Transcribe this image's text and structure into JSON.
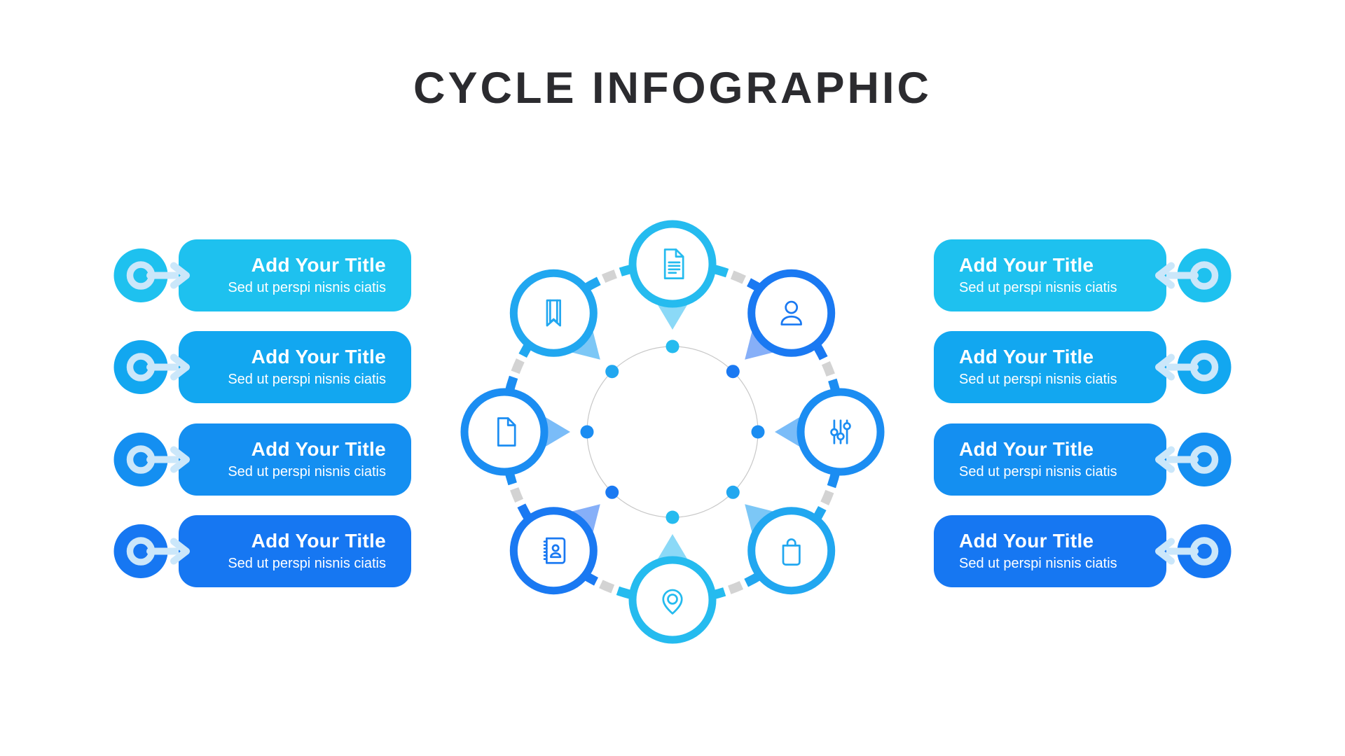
{
  "title": "CYCLE INFOGRAPHIC",
  "palette": {
    "title_color": "#2B2B2F",
    "light_arrow": "#CBE7FA",
    "connector_gray": "#D3D3D3",
    "inner_circle_gray": "#C8C8C8",
    "background": "#FFFFFF"
  },
  "cards": {
    "left": [
      {
        "title": "Add Your Title",
        "subtitle": "Sed ut perspi nisnis ciatis",
        "color": "#1EC1EF"
      },
      {
        "title": "Add Your Title",
        "subtitle": "Sed ut perspi nisnis ciatis",
        "color": "#12A7F0"
      },
      {
        "title": "Add Your Title",
        "subtitle": "Sed ut perspi nisnis ciatis",
        "color": "#148FF1"
      },
      {
        "title": "Add Your Title",
        "subtitle": "Sed ut perspi nisnis ciatis",
        "color": "#1677F2"
      }
    ],
    "right": [
      {
        "title": "Add Your Title",
        "subtitle": "Sed ut perspi nisnis ciatis",
        "color": "#1EC1EF"
      },
      {
        "title": "Add Your Title",
        "subtitle": "Sed ut perspi nisnis ciatis",
        "color": "#12A7F0"
      },
      {
        "title": "Add Your Title",
        "subtitle": "Sed ut perspi nisnis ciatis",
        "color": "#148FF1"
      },
      {
        "title": "Add Your Title",
        "subtitle": "Sed ut perspi nisnis ciatis",
        "color": "#1677F2"
      }
    ]
  },
  "diagram": {
    "nodes": [
      {
        "icon": "document-icon",
        "color": "#25BBEF",
        "tint": "#8BD9F7"
      },
      {
        "icon": "user-icon",
        "color": "#1A79F2",
        "tint": "#86AFF8"
      },
      {
        "icon": "sliders-icon",
        "color": "#1B8DF2",
        "tint": "#7ABCF8"
      },
      {
        "icon": "shopping-bag-icon",
        "color": "#21A7F0",
        "tint": "#7CC7F6"
      },
      {
        "icon": "location-pin-icon",
        "color": "#25BBEF",
        "tint": "#8BD9F7"
      },
      {
        "icon": "address-book-icon",
        "color": "#1A79F2",
        "tint": "#86AFF8"
      },
      {
        "icon": "file-icon",
        "color": "#1B8DF2",
        "tint": "#7ABCF8"
      },
      {
        "icon": "bookmark-icon",
        "color": "#21A7F0",
        "tint": "#7CC7F6"
      }
    ]
  }
}
